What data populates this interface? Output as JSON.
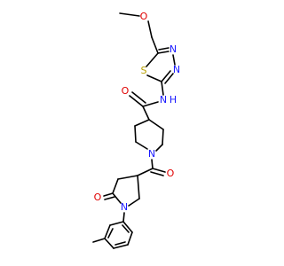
{
  "molecule": {
    "colors": {
      "carbon": "#000000",
      "oxygen": "#e00000",
      "nitrogen": "#1a1aff",
      "sulfur": "#b8a000",
      "background": "#ffffff"
    },
    "atoms": {
      "o_methoxy": "O",
      "s_thiadiazole": "S",
      "n_thiadiazole_3": "N",
      "n_thiadiazole_4": "N",
      "n_amide_h": "N",
      "h_amide": "H",
      "o_amide_carbonyl": "O",
      "n_piperidine": "N",
      "o_ketone": "O",
      "o_lactam": "O",
      "n_pyrrolidinone": "N"
    }
  }
}
